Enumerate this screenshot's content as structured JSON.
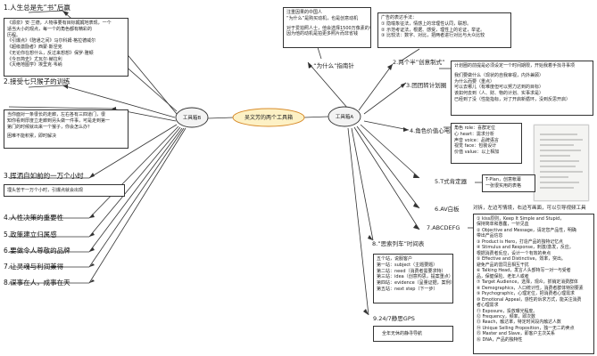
{
  "center": {
    "label": "吴文芳的两个工具箱"
  },
  "left_hub": {
    "label": "工具箱B"
  },
  "right_hub": {
    "label": "工具箱A"
  },
  "left_branches": [
    {
      "title": "1.人生总是先“书”后赢"
    },
    {
      "title": "2.接受七只猴子的训练"
    },
    {
      "title": "3.挥洒自如前的一万个小时"
    },
    {
      "title": "4.人性决策的重要性"
    },
    {
      "title": "5.政策建立归属感"
    },
    {
      "title": "6.要做令人尊敬的品牌"
    },
    {
      "title": "7.让灵魂与利润兼得"
    },
    {
      "title": "8.谋事在人，成事在天"
    }
  ],
  "left_box1": [
    "《源泉》安·兰德，人物事要有目标娓娓地表现，一个",
    "适当大小的观点，每一个的角色都有精彩的",
    "历程。",
    "《引爆点》《陪通之间》马尔科姆·格拉德威尔",
    "《超级激励者》西蒙·斯涅克",
    "《无论你在想什么，反过来想想》保罗·雅顿",
    "《今日简史》尤瓦尔·赫拉利",
    "《灭绝地图学》埃里克·韦纳"
  ],
  "left_box2": [
    "当你面对一条很长的走廊，左右各有三四道门，很",
    "知你看到厚度立走廊到另头做一件事，可是走到第一",
    "第门的时候就出来一个猴子，你会怎么办？",
    "",
    "困难不能积累，即时解决"
  ],
  "left_box3": [
    "埋头苦干一万个小时，引爆点就会出现"
  ],
  "top_box_center": [
    "注重因果的中国人",
    "“为什么”是购买动机，也是创意动机",
    "",
    "对于爱拍照人士，他会选择1500万像素的手机，",
    "因为他的动机是拍更多照片而非省钱"
  ],
  "top_box_right": [
    "广告的表达手法：",
    "① 隐喻象征法，情感上的非理性认同，联想。",
    "② 示范考证法，根据、感受，理性上的论证，举证。",
    "③ 比较法：数字、对比，把两者进行对比与大众比较"
  ],
  "right_branches": [
    {
      "title": "1.“为什么”指南针"
    },
    {
      "title": "2.两个半”创意制式”"
    },
    {
      "title": "3.团团转计划圈"
    },
    {
      "title": "4.角色价值心电图"
    },
    {
      "title": "5.T式肯定器"
    },
    {
      "title": "6.AV白板"
    },
    {
      "title": "7.ABCDEFG"
    },
    {
      "title": "8.”思索列车”时间表"
    },
    {
      "title": "9.24/7静思GPS"
    }
  ],
  "box_plan": [
    "计划圈的前提是必须设定一个时间期限，开始我着手找寻事项",
    "",
    "我们要做什么（现状的自我审视，内外兼顾）",
    "为什么而要（重点）",
    "可以去哪儿（有难度但可以努力达到的目标）",
    "该如何去到（人、财、物的计划、实事求是）",
    "已经到了没（性能指标，对了开启新循环，没到反思开启）"
  ],
  "box_role": [
    "角色 role：喜群定位",
    "心 heart：需求分析",
    "声音 voice：品牌语言",
    "视觉 face：包装设计",
    "价值 value：以上相加"
  ],
  "box_tplan": [
    "T-Plan，创意帐幕",
    "一张很实用的表格"
  ],
  "av_note": "对拆，左边写情境，右边写画面，可以引导视频工具",
  "box_abcdefg": [
    "① kiss原则，Keep It Simple and Stupid，",
    "保持简单和愚蠢，一针见血",
    "② Objective and Message，请定您产品性，明确",
    "带出产品信息",
    "③ Product is Hero，打造产品的独特记忆点",
    "④ Stimulus and Response，刺激/激发，反应。",
    "根据消费者反应，设计一个有效的卖点",
    "⑤ Effective and Distinctive，效率，突出。",
    "避免产品的雷同且相互干扰",
    "⑥ Talking Head，发言人头部特写一对一与受者",
    "品，保健保险、老年人或者",
    "⑦ Target Audience，选择，观众，抓销定消费群体",
    "⑧ Demographics，人口统计性，消费者群体特别要素",
    "⑨ Psychographic，心理定位，把消费者心理需求",
    "⑩ Emotional Appeal，感性的诉求方式，能关注消费",
    "者心理需求",
    "⑪ Exposure，投放曝光程度。",
    "⑫ Frequency，频率，即次数",
    "⑬ Reach，触达率，特定时间段内触达人数",
    "⑭ Unique Selling Proposition，独一无二的卖点",
    "⑮ Master and Slave，即客户主次关系",
    "⑯ DNA，产品的独特性"
  ],
  "box_train": [
    "五个站，说服客户",
    "第一站：subject（主题要题）",
    "第二站：need（消费者需要求特）",
    "第三站：idea（创意构思，提案重点）",
    "第四站：evidence（呈量证据，案例）",
    "第五站：next step（下一步）"
  ],
  "box_gps": [
    "全年无休的静寻导航"
  ]
}
